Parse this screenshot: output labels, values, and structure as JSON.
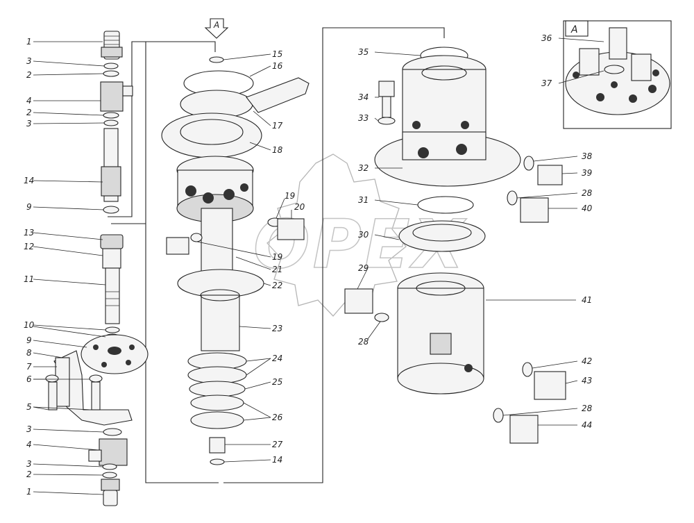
{
  "view_label": "A",
  "inset_label": "A",
  "watermark": "OPEX",
  "callouts": {
    "c1_top": "1",
    "c3_top": "3",
    "c2_top": "2",
    "c4_top": "4",
    "c2_mid": "2",
    "c3_mid": "3",
    "c14_left": "14",
    "c9_top": "9",
    "c13": "13",
    "c12": "12",
    "c11": "11",
    "c10": "10",
    "c9_mid": "9",
    "c8": "8",
    "c7": "7",
    "c6": "6",
    "c5": "5",
    "c3_low": "3",
    "c4_low": "4",
    "c3_bot": "3",
    "c2_bot": "2",
    "c1_bot": "1",
    "c15": "15",
    "c16": "16",
    "c17": "17",
    "c18": "18",
    "c19a": "19",
    "c20": "20",
    "c19b": "19",
    "c21": "21",
    "c22": "22",
    "c23": "23",
    "c24": "24",
    "c25": "25",
    "c26": "26",
    "c27": "27",
    "c14_center": "14",
    "c35": "35",
    "c34": "34",
    "c33": "33",
    "c32": "32",
    "c31": "31",
    "c30": "30",
    "c29": "29",
    "c28a": "28",
    "c28b": "28",
    "c28c": "28",
    "c36": "36",
    "c37": "37",
    "c38": "38",
    "c39": "39",
    "c40": "40",
    "c41": "41",
    "c42": "42",
    "c43": "43",
    "c44": "44"
  },
  "colors": {
    "ink": "#222222",
    "paper": "#ffffff",
    "watermark": "#b5b5b5"
  }
}
